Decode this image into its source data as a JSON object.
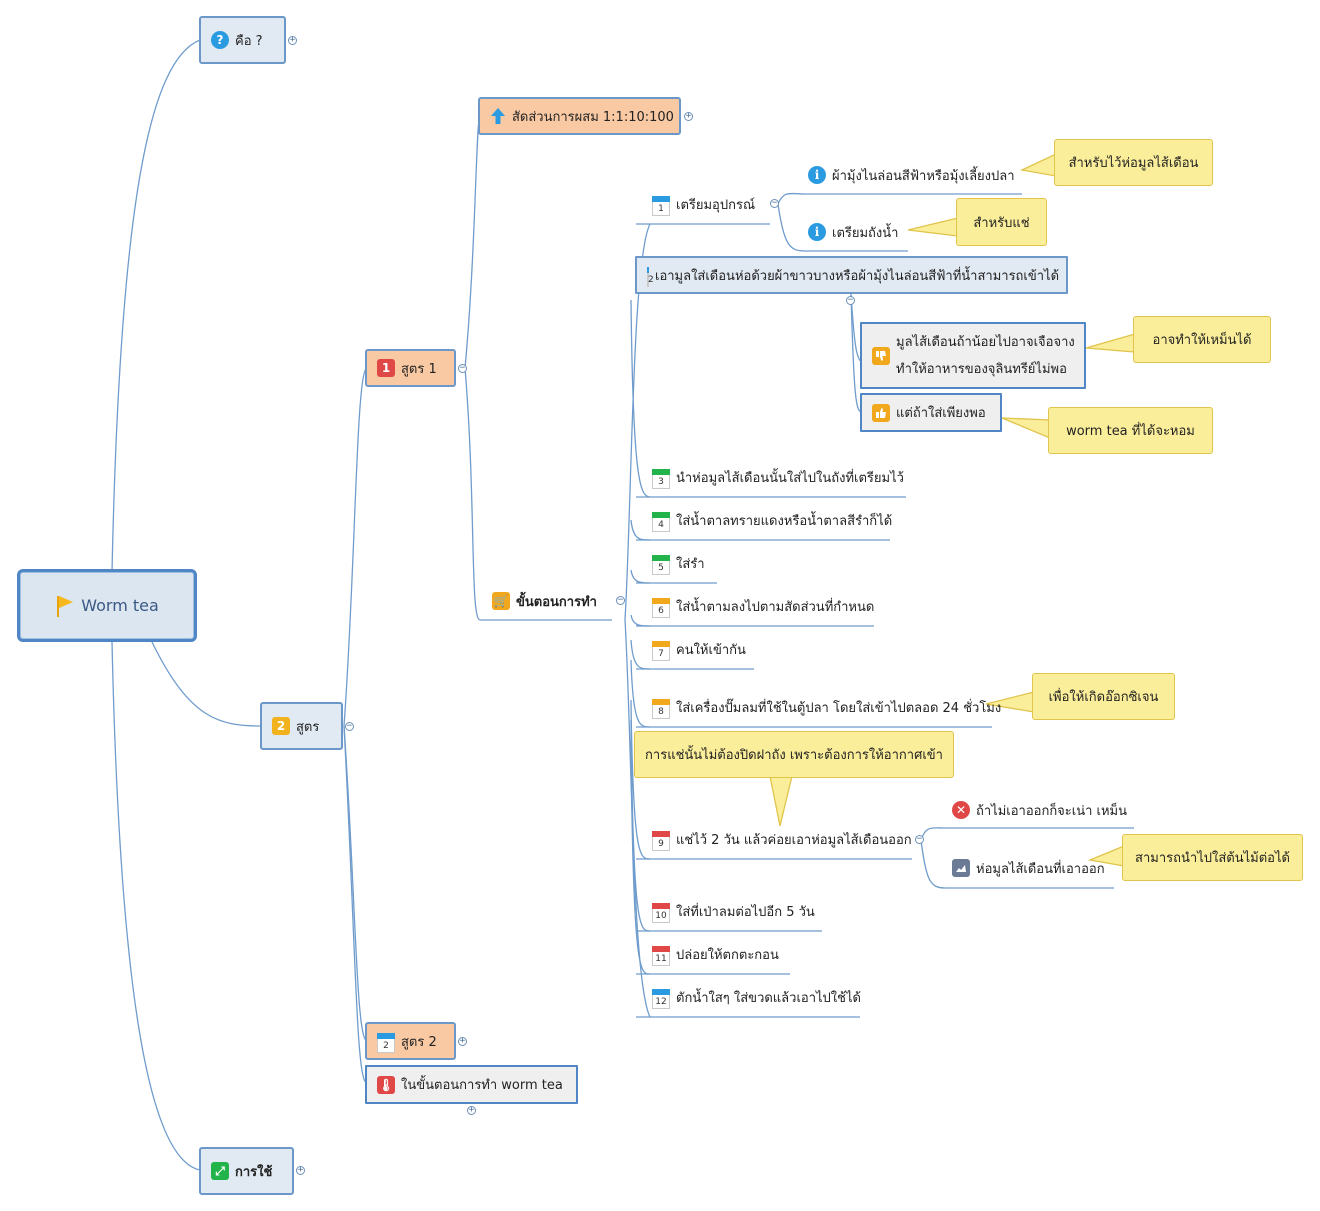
{
  "root": {
    "label": "Worm tea",
    "icon": "flag-icon"
  },
  "n_what": {
    "label": "คือ ?",
    "icon": "question-icon"
  },
  "n_recipes": {
    "label": "สูตร",
    "badge": "2"
  },
  "n_use": {
    "label": "การใช้",
    "icon": "expand-arrows-icon"
  },
  "n_formula1": {
    "label": "สูตร 1",
    "badge": "1"
  },
  "n_formula2": {
    "label": "สูตร 2",
    "badge": "2"
  },
  "n_process_note": {
    "label": "ในขั้นตอนการทำ worm tea",
    "icon": "thermometer-icon"
  },
  "n_ratio": {
    "label": "สัดส่วนการผสม 1:1:10:100",
    "icon": "up-arrow-icon"
  },
  "n_steps": {
    "label": "ขั้นตอนการทำ",
    "icon": "cart-icon"
  },
  "steps": [
    {
      "num": "1",
      "label": "เตรียมอุปกรณ์",
      "color": "#2a9be0"
    },
    {
      "num": "2",
      "label": "เอามูลใส่เดือนห่อด้วยผ้าขาวบางหรือผ้ามุ้งไนล่อนสีฟ้าที่น้ำสามารถเข้าได้",
      "color": "#2a9be0"
    },
    {
      "num": "3",
      "label": "นำห่อมูลไส้เดือนนั้นใส่ไปในถังที่เตรียมไว้",
      "color": "#22b44a"
    },
    {
      "num": "4",
      "label": "ใส่น้ำตาลทรายแดงหรือน้ำตาลสีรำก็ได้",
      "color": "#22b44a"
    },
    {
      "num": "5",
      "label": "ใส่รำ",
      "color": "#22b44a"
    },
    {
      "num": "6",
      "label": "ใส่น้ำตามลงไปตามสัดส่วนที่กำหนด",
      "color": "#f2a81d"
    },
    {
      "num": "7",
      "label": "คนให้เข้ากัน",
      "color": "#f2a81d"
    },
    {
      "num": "8",
      "label": "ใส่เครื่องปั๊มลมที่ใช้ในตู้ปลา โดยใส่เข้าไปตลอด 24 ชั่วโมง",
      "color": "#f2a81d"
    },
    {
      "num": "9",
      "label": "แช่ไว้ 2 วัน แล้วค่อยเอาห่อมูลไส้เดือนออก",
      "color": "#e04848"
    },
    {
      "num": "10",
      "label": "ใส่ที่เป่าลมต่อไปอีก 5 วัน",
      "color": "#e04848"
    },
    {
      "num": "11",
      "label": "ปล่อยให้ตกตะกอน",
      "color": "#e04848"
    },
    {
      "num": "12",
      "label": "ตักน้ำใสๆ ใส่ขวดแล้วเอาไปใช้ได้",
      "color": "#2a9be0"
    }
  ],
  "sub": {
    "net": "ผ้ามุ้งไนล่อนสีฟ้าหรือมุ้งเลี้ยงปลา",
    "tank": "เตรียมถังน้ำ",
    "little": [
      "มูลไส้เดือนถ้าน้อยไปอาจเจือจาง",
      "ทำให้อาหารของจุลินทรีย์ไม่พอ"
    ],
    "enough": "แต่ถ้าใส่เพียงพอ",
    "rot": "ถ้าไม่เอาออกก็จะเน่า เหม็น",
    "bag": "ห่อมูลไส้เดือนที่เอาออก"
  },
  "notes": {
    "net": "สำหรับไว้ห่อมูลไส้เดือน",
    "tank": "สำหรับแช่",
    "little": "อาจทำให้เหม็นได้",
    "enough": "worm tea ที่ได้จะหอม",
    "oxygen": "เพื่อให้เกิดอ๊อกซิเจน",
    "lid": "การแช่นั้นไม่ต้องปิดฝาถัง เพราะต้องการให้อากาศเข้า",
    "bag": "สามารถนำไปใส่ต้นไม้ต่อได้"
  },
  "colors": {
    "line": "#6f9ccc",
    "box_border": "#6b98c8",
    "orange_fill": "#f9c9a3",
    "note_fill": "#fbee9a",
    "note_border": "#e0c44c"
  }
}
